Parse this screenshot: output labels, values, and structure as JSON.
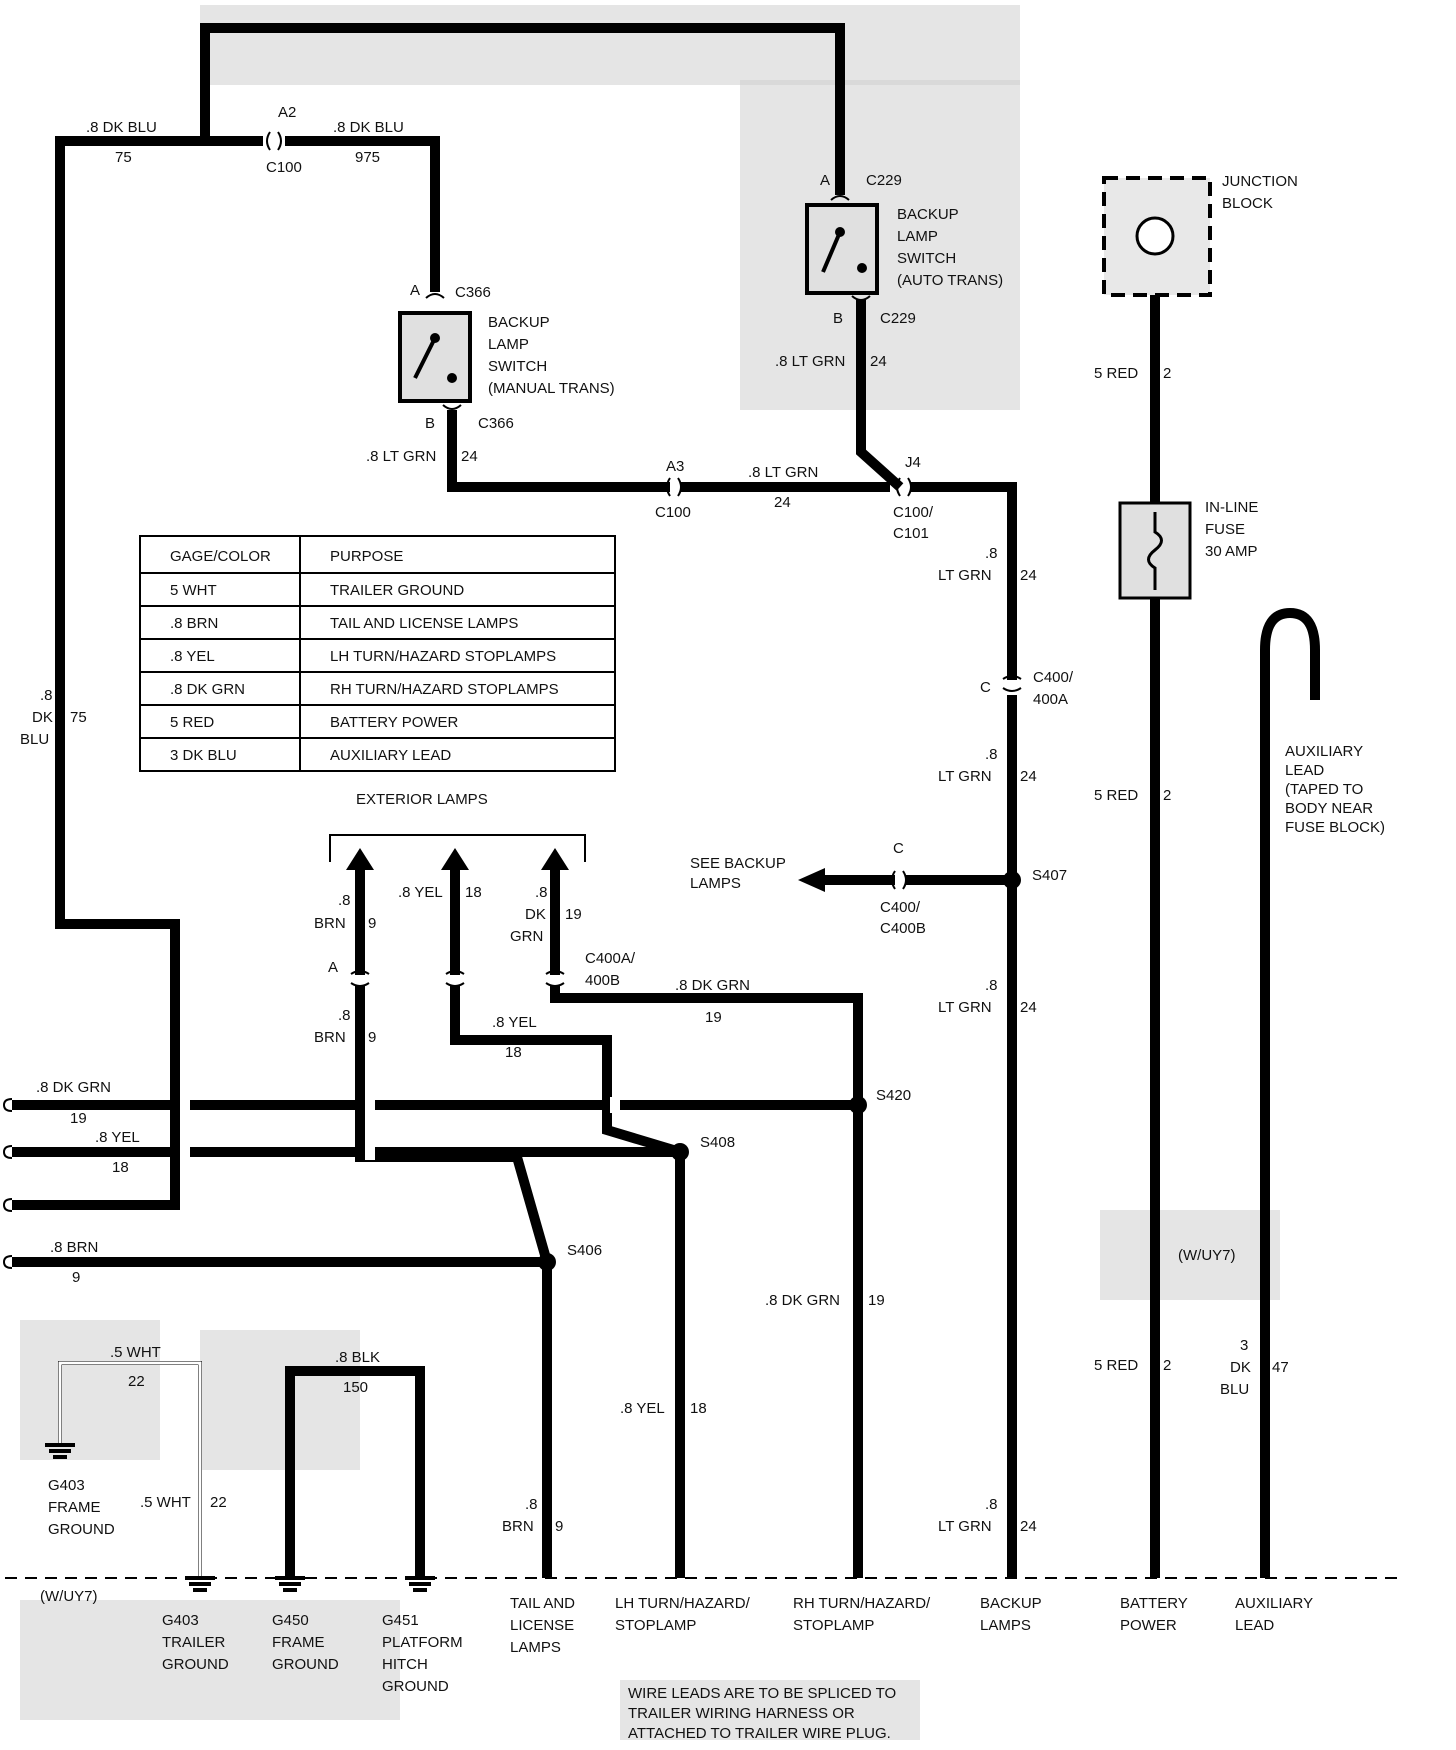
{
  "connectors": {
    "c100_top": "C100",
    "a2": "A2",
    "c229_top": "C229",
    "a_c229": "A",
    "c229_bot": "C229",
    "b_c229": "B",
    "c366_top": "C366",
    "a_c366": "A",
    "c366_bot": "C366",
    "b_c366": "B",
    "a3": "A3",
    "c100_mid": "C100",
    "j4": "J4",
    "c100_c101_a": "C100/",
    "c100_c101_b": "C101",
    "c_c400": "C",
    "c400_a": "C400/",
    "c400_b": "400A",
    "c_c400b": "C",
    "c400b_a": "C400/",
    "c400b_b": "C400B",
    "a_brn": "A",
    "c400a_a": "C400A/",
    "c400a_b": "400B"
  },
  "splices": {
    "s407": "S407",
    "s420": "S420",
    "s408": "S408",
    "s406": "S406"
  },
  "components": {
    "junction_block": [
      "JUNCTION",
      "BLOCK"
    ],
    "backup_switch_auto": [
      "BACKUP",
      "LAMP",
      "SWITCH",
      "(AUTO TRANS)"
    ],
    "backup_switch_manual": [
      "BACKUP",
      "LAMP",
      "SWITCH",
      "(MANUAL TRANS)"
    ],
    "inline_fuse": [
      "IN-LINE",
      "FUSE",
      "30 AMP"
    ],
    "auxiliary_lead": [
      "AUXILIARY",
      "LEAD",
      "(TAPED TO",
      "BODY NEAR",
      "FUSE BLOCK)"
    ],
    "see_backup": [
      "SEE BACKUP",
      "LAMPS"
    ],
    "exterior_lamps": "EXTERIOR LAMPS"
  },
  "wire_labels": {
    "dkblu_top_left": ".8 DK BLU",
    "n75_top": "75",
    "dkblu_top_right": ".8 DK BLU",
    "n975": "975",
    "ltgrn_24_auto": ".8 LT GRN",
    "n24_auto": "24",
    "ltgrn_24_man": ".8 LT GRN",
    "n24_man": "24",
    "ltgrn_mid": ".8 LT GRN",
    "n24_mid": "24",
    "red_1_a": "5 RED",
    "red_1_b": "2",
    "red_2_a": "5 RED",
    "red_2_b": "2",
    "red_3_a": "5 RED",
    "red_3_b": "2",
    "ltgrn_v1": [
      ".8",
      "LT GRN",
      "24"
    ],
    "ltgrn_v2": [
      ".8",
      "LT GRN",
      "24"
    ],
    "ltgrn_v3": [
      ".8",
      "LT GRN",
      "24"
    ],
    "ltgrn_v4": [
      ".8",
      "LT GRN",
      "24"
    ],
    "dkblu_left": [
      ".8",
      "DK",
      "BLU",
      "75"
    ],
    "brn_top": [
      ".8",
      "BRN",
      "9"
    ],
    "yel_top": [
      ".8 YEL",
      "18"
    ],
    "dkgrn_top": [
      ".8",
      "DK",
      "GRN",
      "19"
    ],
    "brn_mid": [
      ".8",
      "BRN",
      "9"
    ],
    "dkgrn_horiz": [
      ".8 DK GRN",
      "19"
    ],
    "yel_horiz": [
      ".8 YEL",
      "18"
    ],
    "left_dkgrn": [
      ".8 DK GRN",
      "19"
    ],
    "left_yel": [
      ".8 YEL",
      "18"
    ],
    "left_brn": [
      ".8 BRN",
      "9"
    ],
    "dkgrn_low": [
      ".8 DK GRN",
      "19"
    ],
    "yel_low": [
      ".8 YEL",
      "18"
    ],
    "brn_low": [
      ".8",
      "BRN",
      "9"
    ],
    "dkblu_aux": [
      "3",
      "DK",
      "BLU",
      "47"
    ],
    "wuy7_right": "(W/UY7)",
    "wuy7_left": "(W/UY7)",
    "wht_top": [
      ".5 WHT",
      "22"
    ],
    "wht_side": [
      ".5 WHT",
      "22"
    ],
    "blk_top": [
      ".8 BLK",
      "150"
    ]
  },
  "grounds": {
    "g403_frame": [
      "G403",
      "FRAME",
      "GROUND"
    ],
    "g403_trailer": [
      "G403",
      "TRAILER",
      "GROUND"
    ],
    "g450": [
      "G450",
      "FRAME",
      "GROUND"
    ],
    "g451": [
      "G451",
      "PLATFORM",
      "HITCH",
      "GROUND"
    ]
  },
  "leads": {
    "tail": [
      "TAIL AND",
      "LICENSE",
      "LAMPS"
    ],
    "lh": [
      "LH TURN/HAZARD/",
      "STOPLAMP"
    ],
    "rh": [
      "RH TURN/HAZARD/",
      "STOPLAMP"
    ],
    "backup": [
      "BACKUP",
      "LAMPS"
    ],
    "battery": [
      "BATTERY",
      "POWER"
    ],
    "aux": [
      "AUXILIARY",
      "LEAD"
    ]
  },
  "note": [
    "WIRE LEADS ARE TO BE SPLICED TO",
    "TRAILER WIRING HARNESS OR",
    "ATTACHED TO TRAILER WIRE PLUG."
  ],
  "table": {
    "headers": [
      "GAGE/COLOR",
      "PURPOSE"
    ],
    "rows": [
      [
        "5 WHT",
        "TRAILER GROUND"
      ],
      [
        ".8 BRN",
        "TAIL AND LICENSE LAMPS"
      ],
      [
        ".8 YEL",
        "LH TURN/HAZARD STOPLAMPS"
      ],
      [
        ".8 DK GRN",
        "RH TURN/HAZARD STOPLAMPS"
      ],
      [
        "5 RED",
        "BATTERY POWER"
      ],
      [
        "3 DK BLU",
        "AUXILIARY LEAD"
      ]
    ]
  }
}
